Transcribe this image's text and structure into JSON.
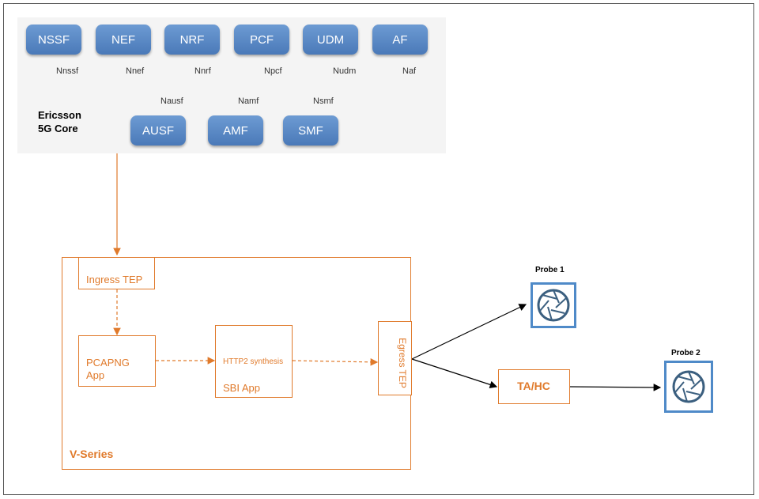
{
  "core": {
    "label": "Ericsson\n5G Core",
    "top_nfs": [
      {
        "name": "NSSF",
        "iface": "Nnssf"
      },
      {
        "name": "NEF",
        "iface": "Nnef"
      },
      {
        "name": "NRF",
        "iface": "Nnrf"
      },
      {
        "name": "PCF",
        "iface": "Npcf"
      },
      {
        "name": "UDM",
        "iface": "Nudm"
      },
      {
        "name": "AF",
        "iface": "Naf"
      }
    ],
    "bottom_nfs": [
      {
        "name": "AUSF",
        "iface": "Nausf"
      },
      {
        "name": "AMF",
        "iface": "Namf"
      },
      {
        "name": "SMF",
        "iface": "Nsmf"
      }
    ]
  },
  "vseries": {
    "label": "V-Series",
    "ingress": "Ingress TEP",
    "pcapng": "PCAPNG\nApp",
    "http2": "HTTP2 synthesis",
    "sbi": "SBI App",
    "egress": "Egress TEP"
  },
  "tahc": "TA/HC",
  "probes": [
    {
      "label": "Probe 1"
    },
    {
      "label": "Probe 2"
    }
  ],
  "colors": {
    "accent": "#e07a2b",
    "nf": "#5a88c4",
    "probe": "#4f8ac8"
  }
}
